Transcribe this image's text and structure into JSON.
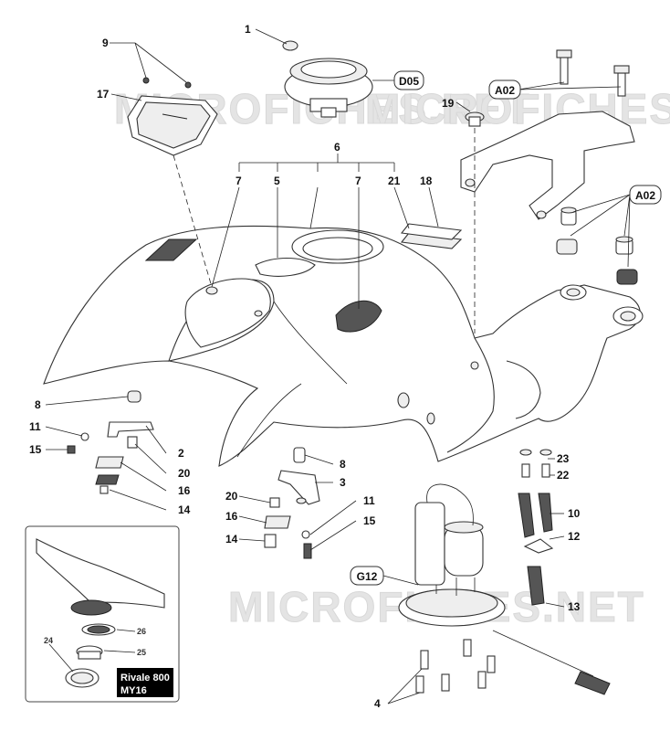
{
  "watermark": "MICROFICHES.NET",
  "ref_boxes": {
    "d05": "D05",
    "a02_top": "A02",
    "a02_mid": "A02",
    "g12": "G12"
  },
  "callouts": {
    "n1": "1",
    "n2": "2",
    "n3": "3",
    "n4": "4",
    "n5": "5",
    "n6": "6",
    "n7a": "7",
    "n7b": "7",
    "n8a": "8",
    "n8b": "8",
    "n9": "9",
    "n10": "10",
    "n11a": "11",
    "n11b": "11",
    "n12": "12",
    "n13": "13",
    "n14a": "14",
    "n14b": "14",
    "n15a": "15",
    "n15b": "15",
    "n16a": "16",
    "n16b": "16",
    "n17": "17",
    "n18": "18",
    "n19": "19",
    "n20a": "20",
    "n20b": "20",
    "n21": "21",
    "n22": "22",
    "n23": "23",
    "n24": "24",
    "n25": "25",
    "n26": "26"
  },
  "inset_label": {
    "line1": "Rivale 800",
    "line2": "MY16"
  }
}
